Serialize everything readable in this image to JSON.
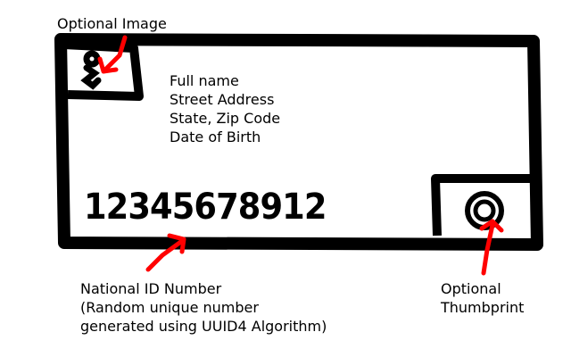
{
  "labels": {
    "optional_image": "Optional Image",
    "national_id": [
      "National ID Number",
      "(Random unique number",
      "generated using UUID4 Algorithm)"
    ],
    "optional_thumbprint": [
      "Optional",
      "Thumbprint"
    ]
  },
  "card": {
    "fields": [
      "Full name",
      "Street Address",
      "State, Zip Code",
      "Date of Birth"
    ],
    "id_number": "12345678912"
  },
  "colors": {
    "ink": "#000000",
    "annotation": "#ff0000",
    "background": "#ffffff"
  },
  "icons": {
    "photo": "person-icon",
    "thumbprint": "fingerprint-icon"
  }
}
